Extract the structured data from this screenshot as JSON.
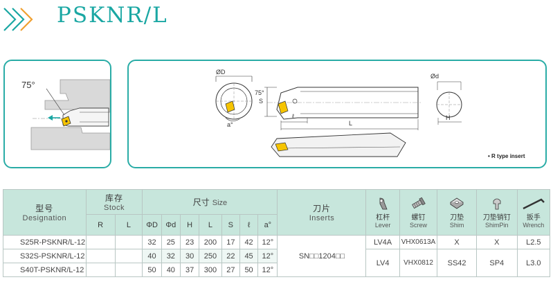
{
  "header": {
    "title": "PSKNR/L",
    "accent_color": "#1aa7a3",
    "icon": "double-chevron-right-icon"
  },
  "figure": {
    "left_panel": {
      "angle_label": "75°"
    },
    "right_panel": {
      "dim_phi_D": "ØD",
      "dim_phi_d": "Ød",
      "dim_S": "S",
      "dim_angle": "75°",
      "dim_a": "a°",
      "dim_l": "ℓ",
      "dim_L": "L",
      "dim_H": "H",
      "note": "• R type insert"
    }
  },
  "table": {
    "header_fill": "#c7e6dc",
    "designation": {
      "cn": "型号",
      "en": "Designation"
    },
    "stock": {
      "cn": "库存",
      "en": "Stock",
      "cols": [
        "R",
        "L"
      ]
    },
    "size": {
      "cn": "尺寸",
      "en": "Size",
      "cols": [
        "ΦD",
        "Φd",
        "H",
        "L",
        "S",
        "ℓ",
        "a°"
      ]
    },
    "inserts": {
      "cn": "刀片",
      "en": "Inserts"
    },
    "accessories": [
      {
        "cn": "杠杆",
        "en": "Lever",
        "icon": "lever-icon"
      },
      {
        "cn": "螺钉",
        "en": "Screw",
        "icon": "screw-icon"
      },
      {
        "cn": "刀垫",
        "en": "Shim",
        "icon": "shim-icon"
      },
      {
        "cn": "刀垫销钉",
        "en": "ShimPin",
        "icon": "shim-pin-icon"
      },
      {
        "cn": "扳手",
        "en": "Wrench",
        "icon": "wrench-icon"
      }
    ],
    "rows": [
      {
        "designation": "S25R-PSKNR/L-12",
        "stock_r": "",
        "stock_l": "",
        "D": "32",
        "d": "25",
        "H": "23",
        "L": "200",
        "S": "17",
        "l": "42",
        "a": "12°"
      },
      {
        "designation": "S32S-PSKNR/L-12",
        "stock_r": "",
        "stock_l": "",
        "D": "40",
        "d": "32",
        "H": "30",
        "L": "250",
        "S": "22",
        "l": "45",
        "a": "12°"
      },
      {
        "designation": "S40T-PSKNR/L-12",
        "stock_r": "",
        "stock_l": "",
        "D": "50",
        "d": "40",
        "H": "37",
        "L": "300",
        "S": "27",
        "l": "50",
        "a": "12°"
      }
    ],
    "insert_value": "SN□□1204□□",
    "accessory_rows": [
      {
        "lever": "LV4A",
        "screw": "VHX0613A",
        "shim": "X",
        "shim_pin": "X",
        "wrench": "L2.5"
      },
      {
        "lever": "LV4",
        "screw": "VHX0812",
        "shim": "SS42",
        "shim_pin": "SP4",
        "wrench": "L3.0"
      }
    ]
  }
}
